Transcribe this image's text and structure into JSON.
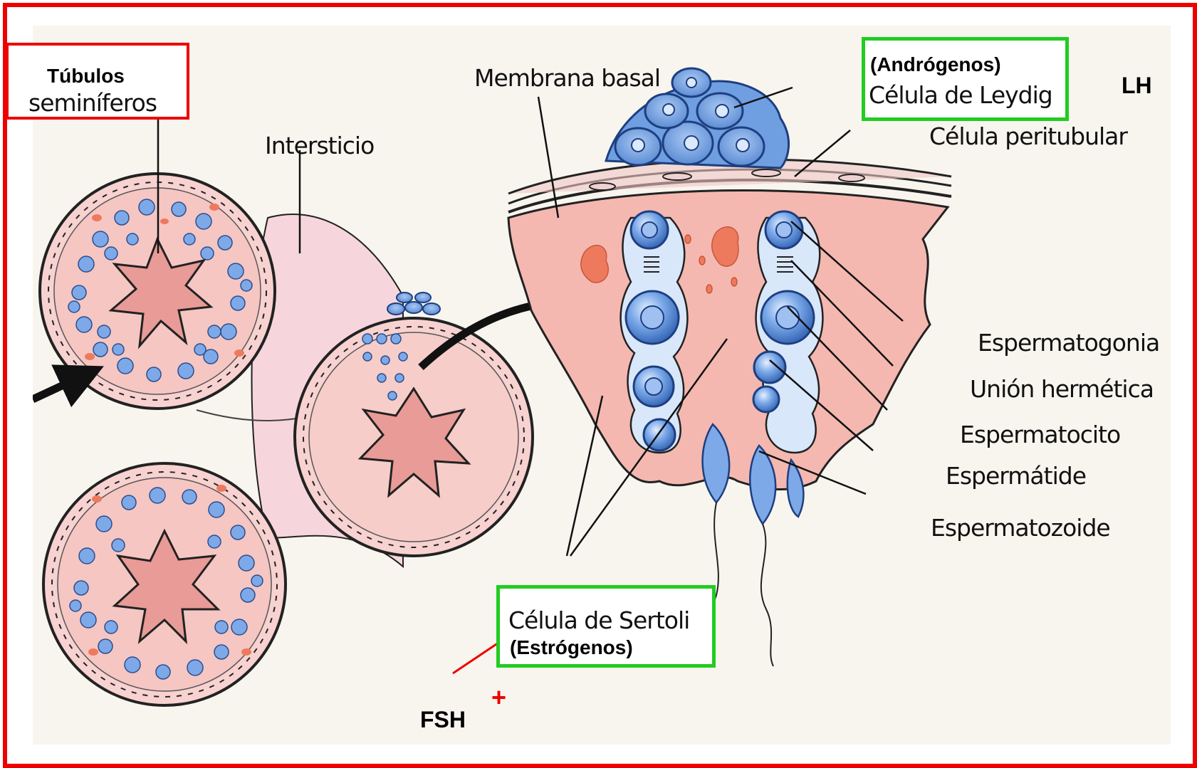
{
  "labels": {
    "tubulos_title": "Túbulos",
    "tubulos_sub": "seminíferos",
    "membrana": "Membrana basal",
    "intersticio": "Intersticio",
    "androgenos": "(Andrógenos)",
    "leydig": "Célula de Leydig",
    "lh": "LH",
    "peritubular": "Célula peritubular",
    "espermatogonia": "Espermatogonia",
    "union": "Unión hermética",
    "espermatocito": "Espermatocito",
    "espermatide": "Espermátide",
    "espermatozoide": "Espermatozoide",
    "sertoli": "Célula de Sertoli",
    "estrogenos": "(Estrógenos)",
    "fsh": "FSH",
    "plus": "+"
  },
  "colors": {
    "frame": "#ee0000",
    "highlight_box": "#22cc22",
    "tubule_pink": "#f4b3ad",
    "cell_blue": "#6f9fe0",
    "arrow_red": "#ee0000"
  }
}
